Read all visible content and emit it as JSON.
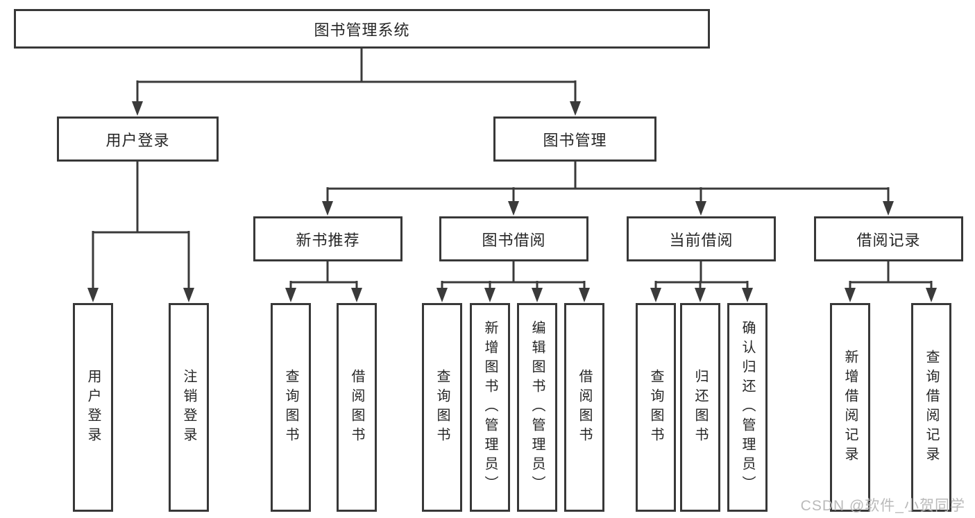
{
  "colors": {
    "line": "#3a3a3a",
    "box_border": "#383838",
    "text": "#262626",
    "watermark": "#b6b6b6",
    "background": "#ffffff"
  },
  "tree": {
    "label": "图书管理系统",
    "children": [
      {
        "label": "用户登录",
        "children": [
          {
            "label": "用户登录"
          },
          {
            "label": "注销登录"
          }
        ]
      },
      {
        "label": "图书管理",
        "children": [
          {
            "label": "新书推荐",
            "children": [
              {
                "label": "查询图书"
              },
              {
                "label": "借阅图书"
              }
            ]
          },
          {
            "label": "图书借阅",
            "children": [
              {
                "label": "查询图书"
              },
              {
                "label": "新增图书（管理员）"
              },
              {
                "label": "编辑图书（管理员）"
              },
              {
                "label": "借阅图书"
              }
            ]
          },
          {
            "label": "当前借阅",
            "children": [
              {
                "label": "查询图书"
              },
              {
                "label": "归还图书"
              },
              {
                "label": "确认归还（管理员）"
              }
            ]
          },
          {
            "label": "借阅记录",
            "children": [
              {
                "label": "新增借阅记录"
              },
              {
                "label": "查询借阅记录"
              }
            ]
          }
        ]
      }
    ]
  },
  "watermark": {
    "text": "CSDN @软件_小贺同学"
  }
}
